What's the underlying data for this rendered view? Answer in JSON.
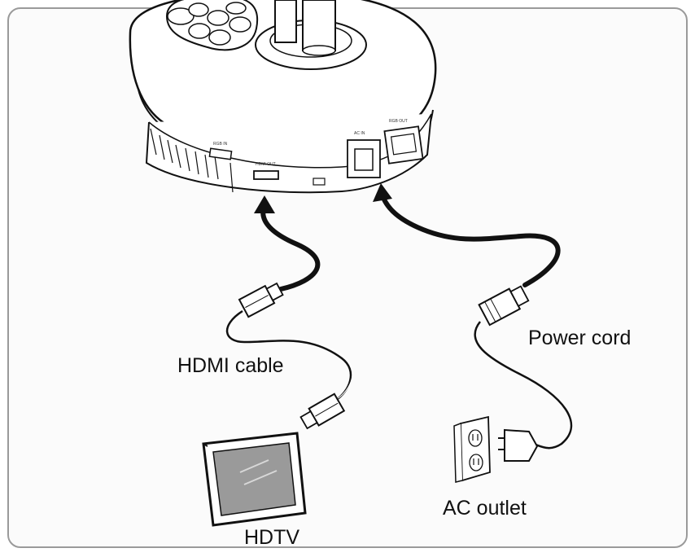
{
  "labels": {
    "hdmi_cable": "HDMI cable",
    "power_cord": "Power cord",
    "hdtv": "HDTV",
    "ac_outlet": "AC outlet"
  },
  "ports": {
    "pc_in": "RGB IN",
    "hdmi_out": "HDMI OUT",
    "ac_in": "AC IN",
    "rgb_out": "RGB OUT"
  },
  "colors": {
    "line": "#111111",
    "device_fill": "#ffffff",
    "screen": "#9a9a9a",
    "frame_border": "#9a9a9a"
  },
  "icons": {
    "arrow_hdmi": "curved-arrow-up",
    "arrow_power": "curved-arrow-up",
    "device": "document-camera-base",
    "tv": "hdtv",
    "outlet": "wall-outlet"
  }
}
